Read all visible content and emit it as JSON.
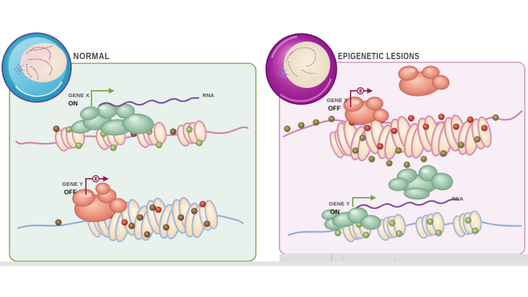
{
  "figure": {
    "type": "epigenetics-gene-regulation-illustration",
    "panels": {
      "normal": {
        "title": "NORMAL",
        "cell_icon": "blue-cell-icon",
        "gene_x": {
          "label": "GENE X",
          "state": "ON",
          "rna_label": "RNA"
        },
        "gene_y": {
          "label": "GENE Y",
          "state": "OFF"
        }
      },
      "epigenetic_lesions": {
        "title": "EPIGENETIC LESIONS",
        "cell_icon": "purple-cell-icon",
        "gene_x": {
          "label": "GENE X",
          "state": "OFF"
        },
        "gene_y": {
          "label": "GENE Y",
          "state": "ON",
          "rna_label": "RNA"
        }
      }
    },
    "colors": {
      "normal_panel_bg": "#e8f1ec",
      "normal_panel_border": "#8aa55e",
      "lesion_panel_bg": "#f8eef6",
      "lesion_panel_border": "#cf93bd",
      "active_arrow_green": "#76a33e",
      "silenced_arrow_red": "#8e1b4b",
      "rna_purple": "#7b4f9e",
      "dna_strand_pink": "#d583ae",
      "dna_strand_blue": "#97afd2",
      "activator_protein_green": "#9ec7ae",
      "repressor_protein_red": "#ec9485",
      "bead_green": "#8db96a",
      "bead_brown": "#7d5532",
      "bead_red": "#cf2a28",
      "bead_olive": "#8d7c3e"
    }
  }
}
